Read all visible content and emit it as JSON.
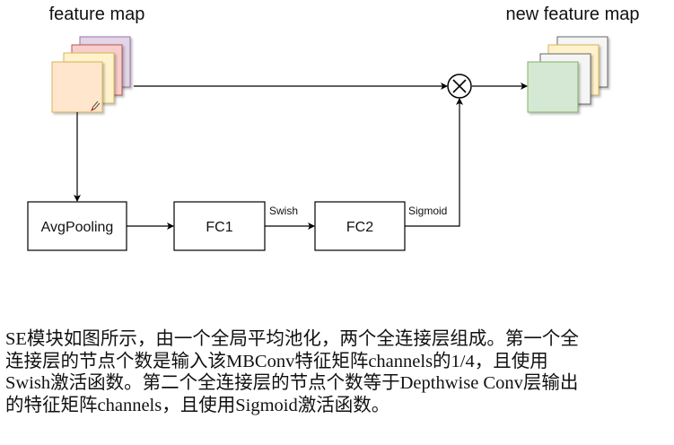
{
  "diagram": {
    "input_label": "feature map",
    "output_label": "new feature map",
    "nodes": {
      "avgpool": "AvgPooling",
      "fc1": "FC1",
      "fc2": "FC2"
    },
    "edge_labels": {
      "fc1_to_fc2": "Swish",
      "fc2_to_multiply": "Sigmoid"
    },
    "multiply_symbol": "×",
    "colors": {
      "input_maps": [
        "#ffe6cc",
        "#fff2cc",
        "#f8cecc",
        "#e1d5e7"
      ],
      "input_borders": [
        "#d6b656",
        "#d6b656",
        "#b85450",
        "#9673a6"
      ],
      "output_maps": [
        "#d5e8d4",
        "#f5f5f5",
        "#fff2cc",
        "#f5f5f5"
      ],
      "output_borders": [
        "#82b366",
        "#666666",
        "#d6b656",
        "#666666"
      ]
    }
  },
  "caption": {
    "lines": [
      "SE模块如图所示，由一个全局平均池化，两个全连接层组成。第一个全",
      "连接层的节点个数是输入该MBConv特征矩阵channels的1/4，且使用",
      "Swish激活函数。第二个全连接层的节点个数等于Depthwise Conv层输出",
      "的特征矩阵channels，且使用Sigmoid激活函数。"
    ]
  }
}
